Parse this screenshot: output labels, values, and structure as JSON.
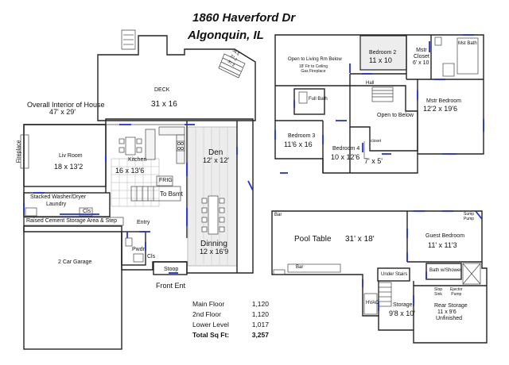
{
  "header": {
    "address": "1860 Haverford Dr",
    "city": "Algonquin, IL"
  },
  "overall": {
    "label": "Overall Interior of House",
    "dims": "47' x 29'"
  },
  "main_floor": {
    "deck": {
      "name": "DECK",
      "dims": "31 x 16"
    },
    "liv_room": {
      "name": "Liv Room",
      "dims": "18 x 13'2"
    },
    "fireplace": "Fireplace",
    "kitchen": {
      "name": "Kitchen",
      "dims": "16 x 13'6"
    },
    "frig": "FRIG",
    "to_bsmt": "To Bsmt",
    "den": {
      "name": "Den",
      "dims": "12' x 12'"
    },
    "dinning": {
      "name": "Dinning",
      "dims": "12 x 16'9"
    },
    "washer_dryer": "Stacked Washer/Dryer",
    "laundry": "Laundry",
    "cls1": "Cls",
    "storage_area": "Raised Cement Storage Area & Step",
    "garage": "2 Car Garage",
    "entry": "Entry",
    "pwdr": "Pwdr",
    "cls2": "Cls",
    "stoop": "Stoop",
    "front_ent": "Front Ent",
    "roof_labels": [
      "36.5",
      "37.2",
      "37.3"
    ]
  },
  "second_floor": {
    "open_living": "Open to Living Rm Below",
    "ceiling_note": "18' Fir to Ceiling\nGas Fireplace",
    "bedroom2": {
      "name": "Bedroom 2",
      "dims": "11 x 10"
    },
    "mstr_closet": {
      "name": "Mstr\nCloset",
      "dims": "6' x 10"
    },
    "mstr_bath": "Mst Bath",
    "hall": "Hall",
    "full_bath": "Full Bath",
    "mstr_bedroom": {
      "name": "Mstr Bedroom",
      "dims": "12'2 x 19'6"
    },
    "open_below": "Open to Below",
    "bedroom3": {
      "name": "Bedroom 3",
      "dims": "11'6 x 16"
    },
    "bedroom4": {
      "name": "Bedroom 4",
      "dims": "10 x 12'6"
    },
    "closet": "closet",
    "closet_dims": "7' x 5'"
  },
  "lower_level": {
    "bar_top": "Bar",
    "pool_table": "Pool Table",
    "rec_dims": "31' x 18'",
    "bar_bottom": "Bar",
    "guest_bedroom": {
      "name": "Guest Bedroom",
      "dims": "11' x 11'3"
    },
    "sump_pump": "Sump\nPump",
    "under_stairs": "Under Stairs",
    "bath_shower": "Bath w/Shower",
    "hvac": "HVAC",
    "storage": {
      "name": "Storage",
      "dims": "9'8 x 10'"
    },
    "slop_sink": "Slop\nSink",
    "ejector_pump": "Ejector\nPump",
    "rear_storage": {
      "name": "Rear Storage",
      "dims": "11 x 9'6",
      "note": "Unfinished"
    }
  },
  "summary": [
    {
      "label": "Main Floor",
      "value": "1,120"
    },
    {
      "label": "2nd Floor",
      "value": "1,120"
    },
    {
      "label": "Lower Level",
      "value": "1,017"
    },
    {
      "label": "Total Sq Ft:",
      "value": "3,257"
    }
  ]
}
